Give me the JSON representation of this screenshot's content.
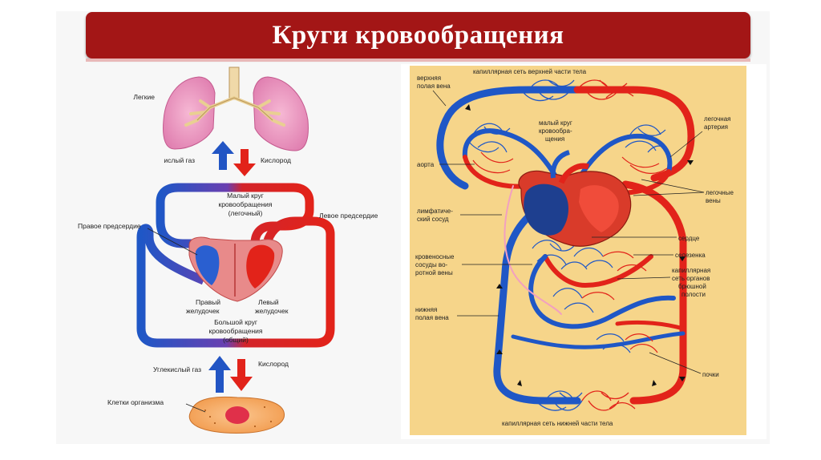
{
  "title": "Круги кровообращения",
  "left_diagram": {
    "lungs": "Легкие",
    "co2_top": "ислый газ",
    "o2_top": "Кислород",
    "small_circle": [
      "Малый круг",
      "кровообращения",
      "(легочный)"
    ],
    "right_atrium": "Правое предсердие",
    "left_atrium": "Левое предсердие",
    "right_ventricle": [
      "Правый",
      "желудочек"
    ],
    "left_ventricle": [
      "Левый",
      "желудочек"
    ],
    "big_circle": [
      "Большой круг",
      "кровообращения",
      "(общий)"
    ],
    "co2_bottom": "Углекислый газ",
    "o2_bottom": "Кислород",
    "cells": "Клетки организма"
  },
  "right_diagram": {
    "capillary_top": "капиллярная сеть верхней части тела",
    "superior_vena_cava": [
      "верхняя",
      "полая вена"
    ],
    "small_circle": [
      "малый круг",
      "кровообра-",
      "щения"
    ],
    "pulmonary_artery": [
      "легочная",
      "артерия"
    ],
    "aorta": "аорта",
    "pulmonary_veins": [
      "легочные",
      "вены"
    ],
    "lymph_vessel": [
      "лимфатиче-",
      "ский сосуд"
    ],
    "heart": "сердце",
    "spleen": "селезенка",
    "portal_vessels": [
      "кровеносные",
      "сосуды во-",
      "ротной вены"
    ],
    "abdominal_capillary": [
      "капиллярная",
      "сеть органов",
      "брюшной",
      "полости"
    ],
    "inferior_vena_cava": [
      "нижняя",
      "полая вена"
    ],
    "kidneys": "почки",
    "capillary_bottom": "капиллярная сеть нижней части тела"
  },
  "colors": {
    "title_bar": "#a31616",
    "artery_red": "#e2231a",
    "vein_blue": "#1f57c6",
    "panel_bg": "#f6d58a"
  }
}
